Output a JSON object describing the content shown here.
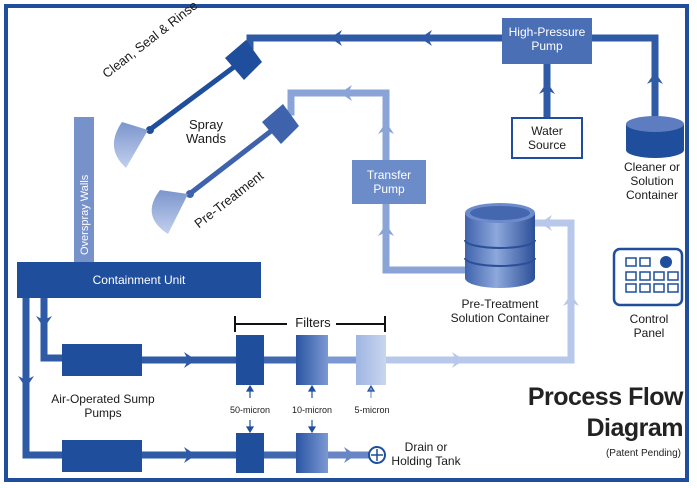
{
  "title_line1": "Process Flow",
  "title_line2": "Diagram",
  "subtitle": "(Patent Pending)",
  "labels": {
    "high_pressure_pump": "High-Pressure Pump",
    "water_source": "Water Source",
    "cleaner_container": "Cleaner or Solution Container",
    "transfer_pump": "Transfer Pump",
    "pretreatment_container": "Pre-Treatment Solution Container",
    "control_panel": "Control Panel",
    "clean_seal_rinse": "Clean, Seal & Rinse",
    "spray_wands": "Spray Wands",
    "pre_treatment": "Pre-Treatment",
    "overspray_walls": "Overspray Walls",
    "containment_unit": "Containment Unit",
    "filters": "Filters",
    "air_operated_pumps": "Air-Operated Sump Pumps",
    "micron_50": "50-micron",
    "micron_10": "10-micron",
    "micron_5": "5-micron",
    "drain": "Drain or Holding Tank"
  },
  "colors": {
    "dark_blue": "#1f4e9c",
    "mid_blue": "#4a6fb5",
    "light_blue": "#a9bee4",
    "pipe": "#b7c8ea"
  },
  "icons": [
    "spray-nozzle-icon",
    "drain-icon",
    "barrel-icon",
    "control-panel-icon",
    "arrow-icon"
  ]
}
